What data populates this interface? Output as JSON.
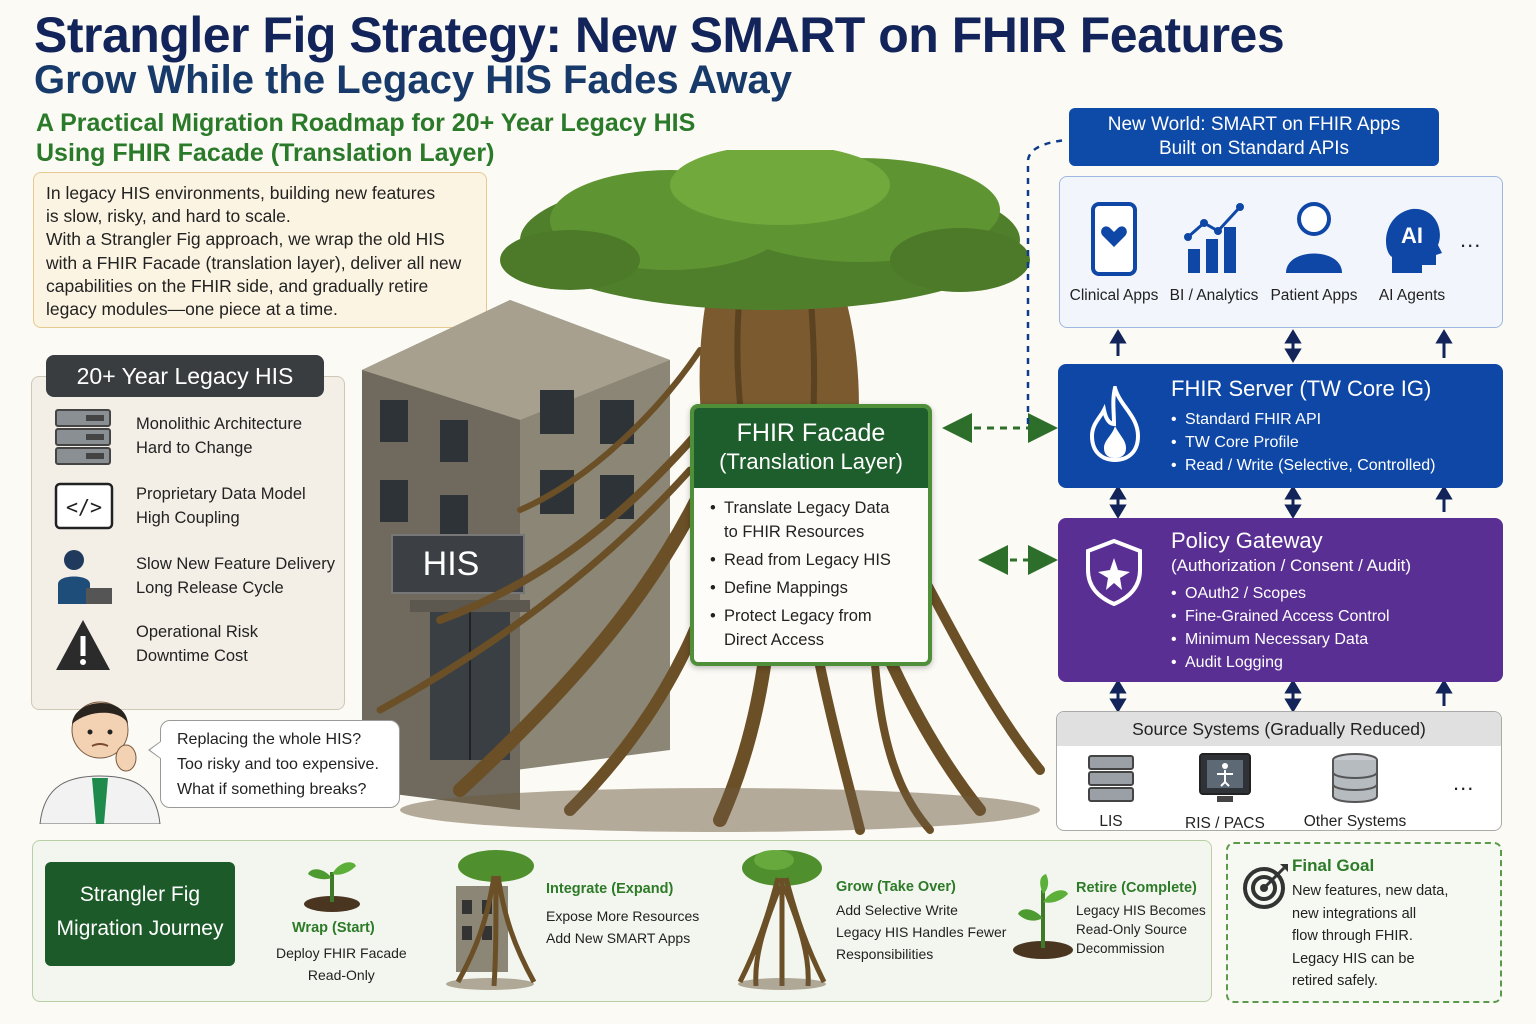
{
  "title": {
    "line1": "Strangler Fig Strategy: New SMART on FHIR Features",
    "line2": "Grow While the Legacy HIS Fades Away",
    "subtitle_line1": "A Practical Migration Roadmap for 20+ Year Legacy HIS",
    "subtitle_line2": "Using FHIR Facade (Translation Layer)"
  },
  "intro": {
    "lines": [
      "In legacy HIS environments, building new features",
      "is slow, risky, and hard to scale.",
      "With a Strangler Fig approach, we wrap the old HIS",
      "with a FHIR Facade (translation layer), deliver all new",
      "capabilities on the FHIR side, and gradually retire",
      "legacy modules—one piece at a time."
    ]
  },
  "legacy": {
    "title": "20+ Year Legacy HIS",
    "items": [
      {
        "icon": "server-rack-icon",
        "line1": "Monolithic Architecture",
        "line2": "Hard to Change"
      },
      {
        "icon": "code-icon",
        "line1": "Proprietary Data Model",
        "line2": "High Coupling"
      },
      {
        "icon": "worker-icon",
        "line1": "Slow New Feature Delivery",
        "line2": "Long Release Cycle"
      },
      {
        "icon": "warning-icon",
        "line1": "Operational Risk",
        "line2": "Downtime Cost"
      }
    ]
  },
  "bubble": {
    "lines": [
      "Replacing the whole HIS?",
      "Too risky and too expensive.",
      "What if something breaks?"
    ]
  },
  "building_sign": "HIS",
  "facade": {
    "title": "FHIR Facade",
    "subtitle": "(Translation Layer)",
    "items": [
      "Translate Legacy Data",
      "to FHIR Resources",
      "Read from Legacy HIS",
      "Define Mappings",
      "Protect Legacy from",
      "Direct Access"
    ]
  },
  "new_world": {
    "title_line1": "New World: SMART on FHIR Apps",
    "title_line2": "Built on Standard APIs",
    "apps": [
      {
        "label": "Clinical Apps",
        "icon": "phone-heart-icon"
      },
      {
        "label": "BI / Analytics",
        "icon": "chart-icon"
      },
      {
        "label": "Patient Apps",
        "icon": "person-icon"
      },
      {
        "label": "AI Agents",
        "icon": "ai-head-icon",
        "badge": "AI"
      }
    ],
    "more": "..."
  },
  "fhir_server": {
    "title": "FHIR Server (TW Core IG)",
    "items": [
      "Standard FHIR API",
      "TW Core Profile",
      "Read / Write (Selective, Controlled)"
    ]
  },
  "policy": {
    "title": "Policy Gateway",
    "subtitle": "(Authorization / Consent / Audit)",
    "items": [
      "OAuth2 / Scopes",
      "Fine-Grained Access Control",
      "Minimum Necessary Data",
      "Audit Logging"
    ]
  },
  "sources": {
    "title": "Source Systems (Gradually Reduced)",
    "items": [
      {
        "label": "LIS",
        "icon": "server-icon"
      },
      {
        "label": "RIS / PACS",
        "icon": "monitor-xray-icon"
      },
      {
        "label": "Other Systems",
        "icon": "database-icon"
      }
    ],
    "more": "..."
  },
  "journey": {
    "title_line1": "Strangler Fig",
    "title_line2": "Migration Journey",
    "stages": [
      {
        "title": "Wrap (Start)",
        "lines": [
          "Deploy FHIR Facade",
          "Read-Only"
        ]
      },
      {
        "title": "Integrate (Expand)",
        "lines": [
          "Expose More Resources",
          "Add  New  SMART Apps"
        ]
      },
      {
        "title": "Grow (Take Over)",
        "lines": [
          "Add Selective Write",
          "Legacy HIS Handles Fewer",
          "Responsibilities"
        ]
      },
      {
        "title": "Retire (Complete)",
        "lines": [
          "Legacy HIS Becomes",
          "Read-Only Source",
          "Decommission"
        ]
      }
    ]
  },
  "goal": {
    "title": "Final Goal",
    "lines": [
      "New features, new data,",
      "new integrations all",
      "flow through FHIR.",
      "Legacy HIS can be",
      "retired safely."
    ]
  },
  "colors": {
    "navy": "#12245a",
    "green_dark": "#1e5e2c",
    "green_text": "#2d7a28",
    "blue": "#0e47a6",
    "purple": "#5a2f93"
  }
}
